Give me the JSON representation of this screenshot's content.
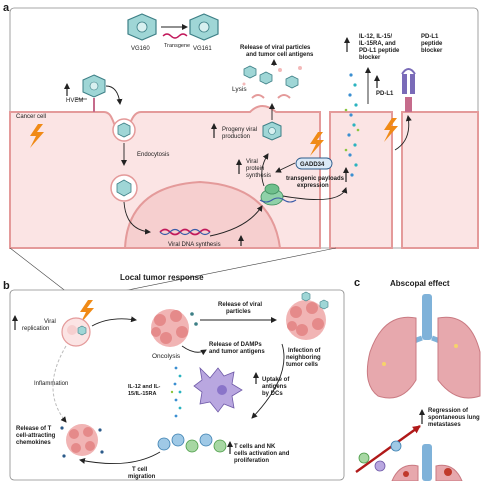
{
  "panels": {
    "a": {
      "letter": "a",
      "vg160": "VG160",
      "vg161": "VG161",
      "transgene": "Transgene",
      "hvem": "HVEM",
      "cancer_cell": "Cancer cell",
      "endocytosis": "Endocytosis",
      "viral_dna_synthesis": "Viral DNA synthesis",
      "release_particles": [
        "Release of viral particles",
        "and tumor cell antigens"
      ],
      "lysis": "Lysis",
      "progeny": [
        "Progeny viral",
        "production"
      ],
      "viral_protein": [
        "Viral",
        "protein",
        "synthesis"
      ],
      "gadd34": "GADD34",
      "transgenic_payloads": [
        "transgenic payloads",
        "expression"
      ],
      "cytokines": [
        "IL-12, IL-15/",
        "IL-15RA, and",
        "PD-L1 peptide",
        "blocker"
      ],
      "pdl1_blocker": [
        "PD-L1",
        "peptide",
        "blocker"
      ],
      "pdl1": "PD-L1"
    },
    "b": {
      "letter": "b",
      "title": "Local tumor response",
      "viral_replication": [
        "Viral",
        "replication"
      ],
      "oncolysis": "Oncolysis",
      "release_viral": [
        "Release of viral",
        "particles"
      ],
      "infection": [
        "Infection of",
        "neighboring",
        "tumor cells"
      ],
      "release_damps": [
        "Release of DAMPs",
        "and tumor antigens"
      ],
      "inflammation": "Inflammation",
      "il12": [
        "IL-12 and IL-",
        "15/IL-15RA"
      ],
      "uptake": [
        "Uptake of",
        "antigens",
        "by DCs"
      ],
      "release_t": [
        "Release of T",
        "cell-attracting",
        "chemokines"
      ],
      "tnk": [
        "T cells and NK",
        "cells activation and",
        "proliferation"
      ],
      "migration": [
        "T cell",
        "migration"
      ]
    },
    "c": {
      "letter": "c",
      "title": "Abscopal effect",
      "regression": [
        "Regression of",
        "spontaneous lung",
        "metastases"
      ]
    }
  },
  "colors": {
    "frame": "#8a8a8a",
    "cell_fill": "#fbe4e4",
    "cell_stroke": "#e49a9a",
    "nucleus": "#f6cfcf",
    "virus": "#9fd6d6",
    "virus_stroke": "#3d7f86",
    "lightning": "#f08a16",
    "tumor": "#e58a8a",
    "lung": "#e7a8ad",
    "trachea": "#7fb2d9",
    "gadd": "#2c5b8a",
    "arrow": "#222222",
    "red_arrow": "#b01919"
  }
}
